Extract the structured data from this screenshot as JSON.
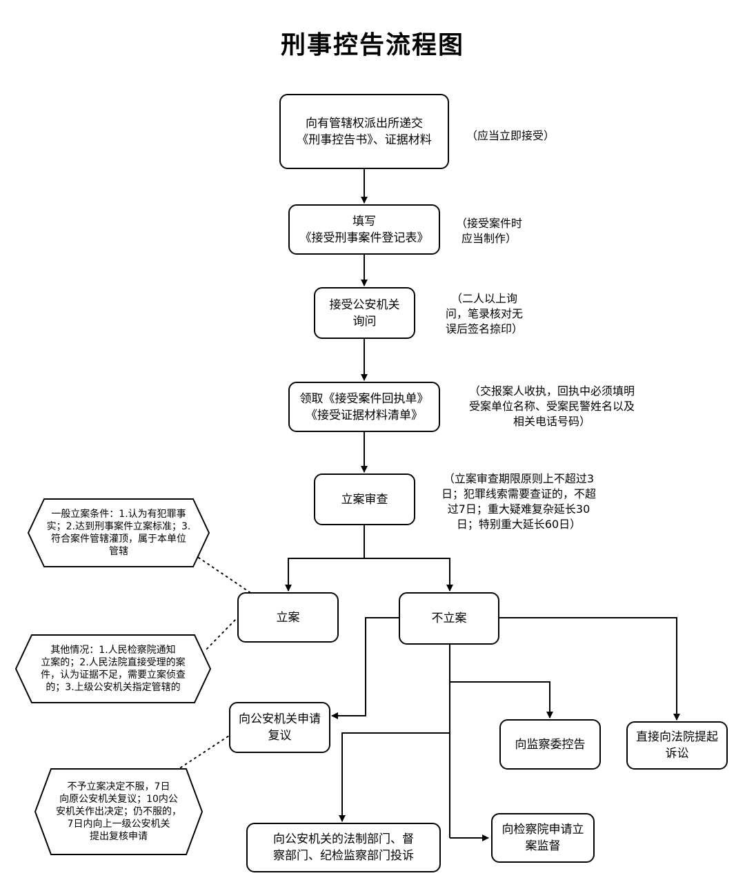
{
  "title": "刑事控告流程图",
  "nodes": {
    "submit": {
      "line1": "向有管辖权派出所递交",
      "line2": "《刑事控告书》、证据材料"
    },
    "fill": {
      "line1": "填写",
      "line2": "《接受刑事案件登记表》"
    },
    "inquiry": {
      "line1": "接受公安机关",
      "line2": "询问"
    },
    "receipt": {
      "line1": "领取《接受案件回执单》",
      "line2": "《接受证据材料清单》"
    },
    "review": {
      "line1": "立案审查"
    },
    "file": {
      "line1": "立案"
    },
    "nofile": {
      "line1": "不立案"
    },
    "reconsider": {
      "line1": "向公安机关申请",
      "line2": "复议"
    },
    "supervision_committee": {
      "line1": "向监察委控告"
    },
    "court": {
      "line1": "直接向法院提起",
      "line2": "诉讼"
    },
    "complaint": {
      "line1": "向公安机关的法制部门、督",
      "line2": "察部门、纪检监察部门投诉"
    },
    "procuratorate": {
      "line1": "向检察院申请立",
      "line2": "案监督"
    }
  },
  "notes": {
    "submit": {
      "line1": "（应当立即接受）"
    },
    "fill": {
      "line1": "（接受案件时",
      "line2": "应当制作）"
    },
    "inquiry": {
      "line1": "（二人以上询",
      "line2": "问，笔录核对无",
      "line3": "误后签名捺印）"
    },
    "receipt": {
      "line1": "（交报案人收执，回执中必须填明",
      "line2": "受案单位名称、受案民警姓名以及",
      "line3": "相关电话号码）"
    },
    "review": {
      "line1": "（立案审查期限原则上不超过3",
      "line2": "日；犯罪线索需要查证的，不超",
      "line3": "过7日；重大疑难复杂延长30",
      "line4": "日；特别重大延长60日）"
    }
  },
  "hexes": {
    "general": {
      "line1": "一般立案条件：1.认为有犯罪事",
      "line2": "实；2.达到刑事案件立案标准；3.",
      "line3": "符合案件管辖灌顶，属于本单位",
      "line4": "管辖"
    },
    "other": {
      "line1": "其他情况：1.人民检察院通知",
      "line2": "立案的；2.人民法院直接受理的案",
      "line3": "件，认为证据不足，需要立案侦查",
      "line4": "的；3.上级公安机关指定管辖的"
    },
    "reconsider": {
      "line1": "不予立案决定不服，7日",
      "line2": "向原公安机关复议；10内公",
      "line3": "安机关作出决定；仍不服的，",
      "line4": "7日内向上一级公安机关",
      "line5": "提出复核申请"
    }
  }
}
